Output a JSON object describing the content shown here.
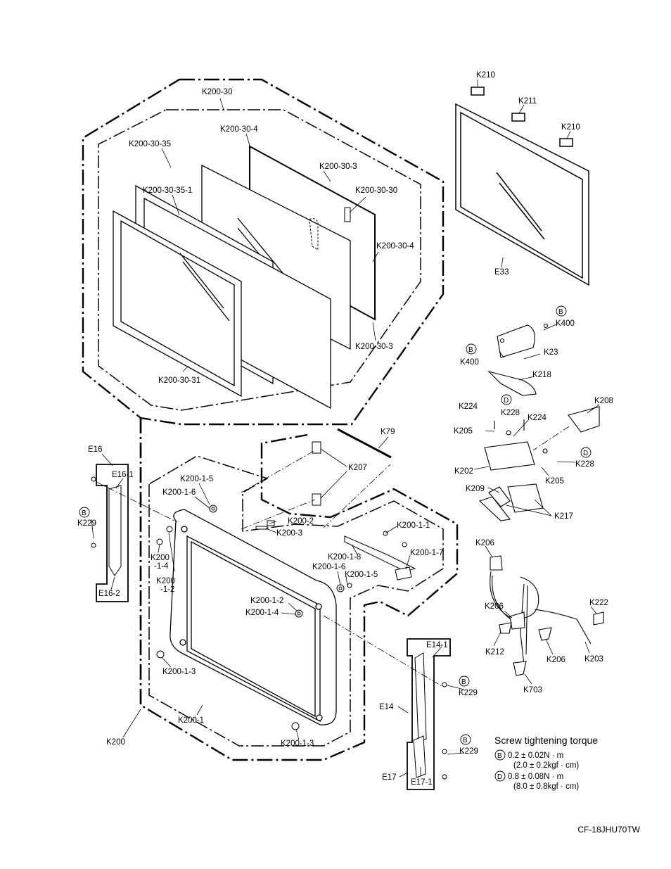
{
  "labels": {
    "k210a": "K210",
    "k211": "K211",
    "k210b": "K210",
    "e33": "E33",
    "k200_30": "K200-30",
    "k200_30_4a": "K200-30-4",
    "k200_30_35": "K200-30-35",
    "k200_30_3a": "K200-30-3",
    "k200_30_35_1": "K200-30-35-1",
    "k200_30_30": "K200-30-30",
    "k200_30_4b": "K200-30-4",
    "k200_30_3b": "K200-30-3",
    "k200_30_31": "K200-30-31",
    "k400a": "K400",
    "k23": "K23",
    "k400b": "K400",
    "k218": "K218",
    "k208": "K208",
    "k224a": "K224",
    "k228a": "K228",
    "k224b": "K224",
    "k205a": "K205",
    "k228b": "K228",
    "k202": "K202",
    "k205b": "K205",
    "k209": "K209",
    "k217": "K217",
    "k79": "K79",
    "k207": "K207",
    "e16": "E16",
    "e16_1": "E16-1",
    "k229a": "K229",
    "e16_2": "E16-2",
    "k200_1_5a": "K200-1-5",
    "k200_1_6a": "K200-1-6",
    "k200_2": "K200-2",
    "k200_3": "K200-3",
    "k200_1_1": "K200-1-1",
    "k200_1_8": "K200-1-8",
    "k200_1_7": "K200-1-7",
    "k200_1_6b": "K200-1-6",
    "k200_1_5b": "K200-1-5",
    "k200_1_4a_1": "K200",
    "k200_1_4a_2": "-1-4",
    "k200_1_2a_1": "K200",
    "k200_1_2a_2": "-1-2",
    "k200_1_2b": "K200-1-2",
    "k200_1_4b": "K200-1-4",
    "k200_1_3a": "K200-1-3",
    "k200_1": "K200-1",
    "k200_1_3b": "K200-1-3",
    "k200": "K200",
    "k206a": "K206",
    "k206b": "K206",
    "k222": "K222",
    "k212": "K212",
    "k206c": "K206",
    "k203": "K203",
    "k703": "K703",
    "e14_1": "E14-1",
    "e14": "E14",
    "k229b": "K229",
    "k229c": "K229",
    "e17": "E17",
    "e17_1": "E17-1"
  },
  "markers": {
    "b": "B",
    "d": "D"
  },
  "torque": {
    "title": "Screw tightening torque",
    "b_line1": "0.2 ± 0.02N · m",
    "b_line2": "(2.0 ± 0.2kgf · cm)",
    "d_line1": "0.8 ± 0.08N · m",
    "d_line2": "(8.0 ± 0.8kgf · cm)"
  },
  "footer": {
    "model": "CF-18JHU70TW"
  }
}
